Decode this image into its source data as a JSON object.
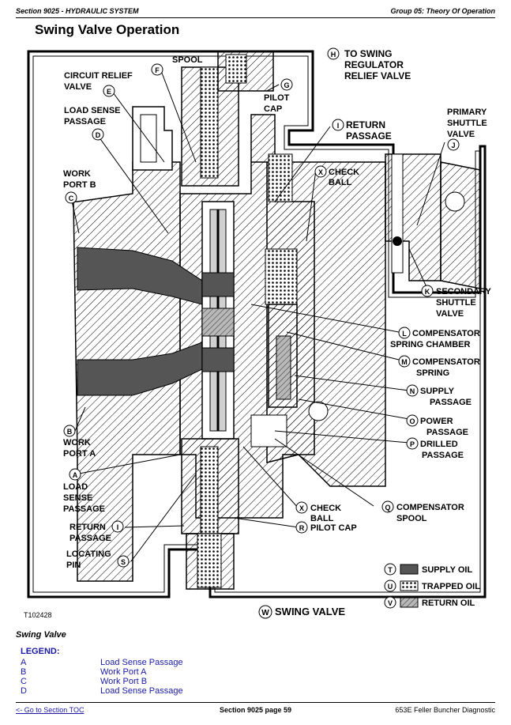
{
  "header": {
    "left": "Section 9025 - HYDRAULIC SYSTEM",
    "right": "Group 05: Theory Of Operation"
  },
  "title": "Swing Valve Operation",
  "figure": {
    "callouts": {
      "spool": "SPOOL",
      "f": "F",
      "circuit_relief_1": "CIRCUIT RELIEF",
      "circuit_relief_2": "VALVE",
      "e": "E",
      "ls_passage_1": "LOAD SENSE",
      "ls_passage_2": "PASSAGE",
      "d": "D",
      "work_b_1": "WORK",
      "work_b_2": "PORT B",
      "c": "C",
      "h": "H",
      "h_1": "TO SWING",
      "h_2": "REGULATOR",
      "h_3": "RELIEF VALVE",
      "g": "G",
      "g_1": "PILOT",
      "g_2": "CAP",
      "i": "I",
      "i_1": "RETURN",
      "i_2": "PASSAGE",
      "x": "X",
      "x_1": "CHECK",
      "x_2": "BALL",
      "ps_1": "PRIMARY",
      "ps_2": "SHUTTLE",
      "ps_3": "VALVE",
      "j": "J",
      "k": "K",
      "k_1": "SECONDARY",
      "k_2": "SHUTTLE",
      "k_3": "VALVE",
      "l": "L",
      "l_1": "COMPENSATOR",
      "l_2": "SPRING CHAMBER",
      "m": "M",
      "m_1": "COMPENSATOR",
      "m_2": "SPRING",
      "n": "N",
      "n_1": "SUPPLY",
      "n_2": "PASSAGE",
      "o": "O",
      "o_1": "POWER",
      "o_2": "PASSAGE",
      "p": "P",
      "p_1": "DRILLED",
      "p_2": "PASSAGE",
      "b": "B",
      "work_a_1": "WORK",
      "work_a_2": "PORT A",
      "a": "A",
      "ls_a_1": "LOAD",
      "ls_a_2": "SENSE",
      "ls_a_3": "PASSAGE",
      "i_b": "I",
      "ret_b_1": "RETURN",
      "ret_b_2": "PASSAGE",
      "s": "S",
      "loc_1": "LOCATING",
      "loc_2": "PIN",
      "x_b": "X",
      "xb_1": "CHECK",
      "xb_2": "BALL",
      "r": "R",
      "r_1": "PILOT CAP",
      "q": "Q",
      "q_1": "COMPENSATOR",
      "q_2": "SPOOL",
      "t": "T",
      "t_label": "SUPPLY OIL",
      "u": "U",
      "u_label": "TRAPPED OIL",
      "v": "V",
      "v_label": "RETURN OIL",
      "w": "W",
      "w_label": "SWING VALVE",
      "fig_id": "T102428"
    }
  },
  "caption": "Swing Valve",
  "legend": {
    "title": "LEGEND:",
    "rows": [
      {
        "key": "A",
        "value": "Load Sense Passage"
      },
      {
        "key": "B",
        "value": "Work Port A"
      },
      {
        "key": "C",
        "value": "Work Port B"
      },
      {
        "key": "D",
        "value": "Load Sense Passage"
      }
    ]
  },
  "footer": {
    "toc": "<- Go to Section TOC",
    "center": "Section 9025 page 59",
    "right": "653E Feller Buncher Diagnostic"
  },
  "colors": {
    "link": "#1a1aa6",
    "supply_oil": "#555555",
    "return_oil": "#9a9a9a"
  }
}
